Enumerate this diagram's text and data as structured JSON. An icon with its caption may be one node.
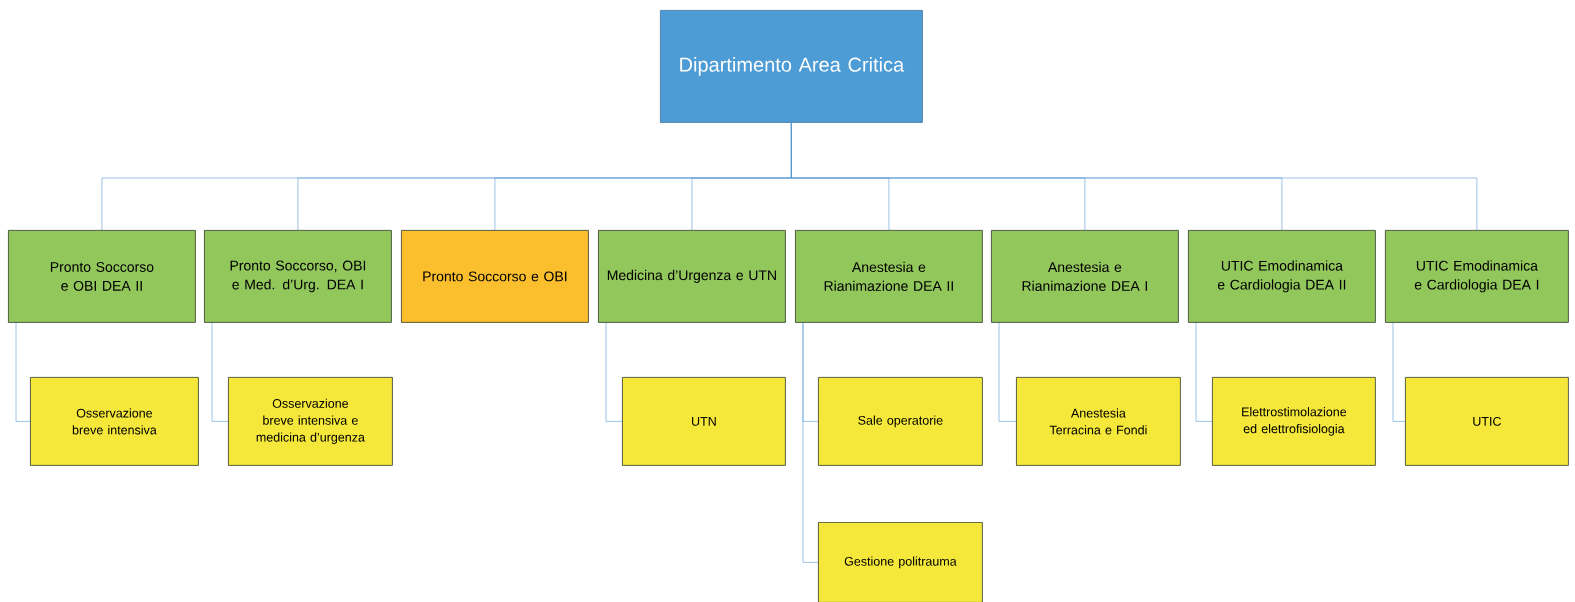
{
  "diagram": {
    "nodes": [
      {
        "text": [
          "Dipartimento Area Critica"
        ]
      },
      {
        "text": [
          "Pronto Soccorso e OBI DEA II"
        ]
      },
      {
        "text": [
          "Pronto Soccorso, OBI e Med. d’Urg. DEA I"
        ]
      },
      {
        "text": [
          "Pronto Soccorso e OBI"
        ]
      },
      {
        "text": [
          "Medicina d’Urgenza e UTN"
        ]
      },
      {
        "text": [
          "Anestesia e Rianimazione DEA II"
        ]
      },
      {
        "text": [
          "Anestesia e Rianimazione DEA I"
        ]
      },
      {
        "text": [
          "UTIC Emodinamica e Cardiologia DEA II"
        ]
      },
      {
        "text": [
          "UTIC Emodinamica e Cardiologia DEA I"
        ]
      },
      {
        "text": [
          "Osservazione breve intensiva"
        ]
      },
      {
        "text": [
          "Osservazione breve intensiva e medicina d’urgenza"
        ]
      },
      {
        "text": [
          "UTN"
        ]
      },
      {
        "text": [
          "Sale operatorie"
        ]
      },
      {
        "text": [
          "Anestesia Terracina e Fondi"
        ]
      },
      {
        "text": [
          "Elettrostimolazione ed elettrofisiologia"
        ]
      },
      {
        "text": [
          "UTIC"
        ]
      },
      {
        "text": [
          "Gestione politrauma"
        ]
      }
    ],
    "edges": [
      {
        "from": 0,
        "to": 1,
        "arrow": "none"
      },
      {
        "from": 0,
        "to": 2,
        "arrow": "none"
      },
      {
        "from": 0,
        "to": 3,
        "arrow": "none"
      },
      {
        "from": 0,
        "to": 4,
        "arrow": "none"
      },
      {
        "from": 0,
        "to": 5,
        "arrow": "none"
      },
      {
        "from": 0,
        "to": 6,
        "arrow": "none"
      },
      {
        "from": 0,
        "to": 7,
        "arrow": "none"
      },
      {
        "from": 0,
        "to": 8,
        "arrow": "none"
      },
      {
        "from": 1,
        "to": 9,
        "arrow": "none"
      },
      {
        "from": 2,
        "to": 10,
        "arrow": "none"
      },
      {
        "from": 4,
        "to": 11,
        "arrow": "none"
      },
      {
        "from": 5,
        "to": 12,
        "arrow": "none"
      },
      {
        "from": 6,
        "to": 13,
        "arrow": "none"
      },
      {
        "from": 7,
        "to": 14,
        "arrow": "none"
      },
      {
        "from": 8,
        "to": 15,
        "arrow": "none"
      },
      {
        "from": 5,
        "to": 16,
        "arrow": "none"
      }
    ]
  }
}
